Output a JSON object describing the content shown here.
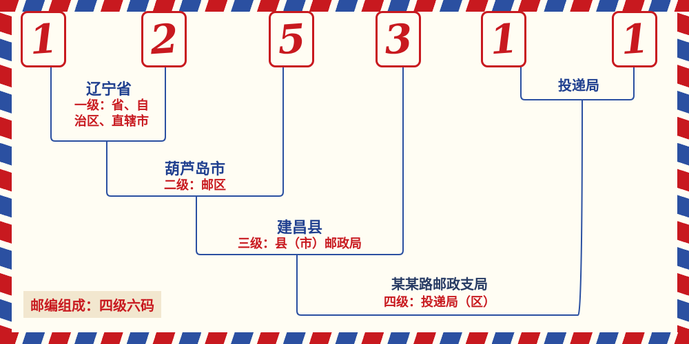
{
  "postal_code": {
    "digits": [
      "1",
      "2",
      "5",
      "3",
      "1",
      "1"
    ]
  },
  "levels": [
    {
      "name": "辽宁省",
      "desc": "一级：省、自\n治区、直辖市"
    },
    {
      "name": "葫芦岛市",
      "desc": "二级：邮区"
    },
    {
      "name": "建昌县",
      "desc": "三级：县（市）邮政局"
    },
    {
      "name": "某某路邮政支局",
      "desc": "四级：投递局（区）"
    }
  ],
  "delivery_office_label": "投递局",
  "footer_note": "邮编组成：四级六码",
  "colors": {
    "stripe_red": "#c8191f",
    "stripe_blue": "#2b50a1",
    "digit_red": "#c8191f",
    "region_navy": "#1f3f8f",
    "desc_red": "#c8191f",
    "background_cream": "#fffdf3",
    "note_background": "#f2e7cf"
  }
}
